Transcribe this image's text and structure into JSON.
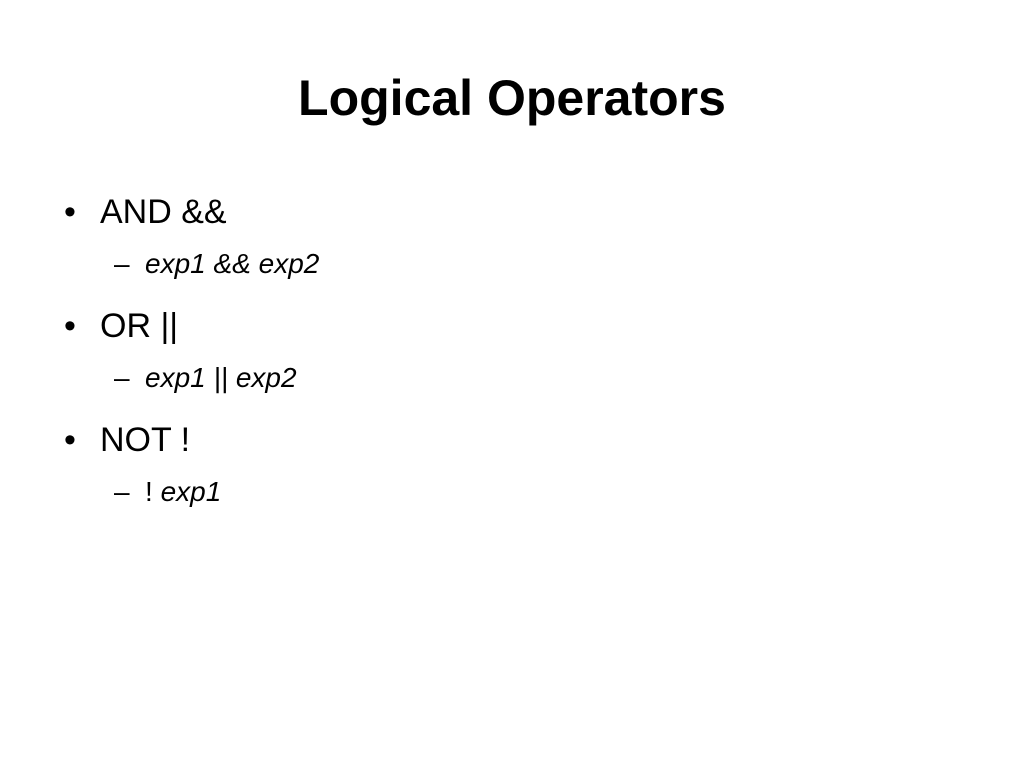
{
  "slide": {
    "title": "Logical Operators",
    "bullet_char": "•",
    "dash_char": "–",
    "items": [
      {
        "label": "AND &&",
        "sub": {
          "prefix": "",
          "italic": "exp1 && exp2"
        }
      },
      {
        "label": "OR ||",
        "sub": {
          "prefix": "",
          "italic": "exp1 || exp2"
        }
      },
      {
        "label": "NOT !",
        "sub": {
          "prefix": "! ",
          "italic": "exp1"
        }
      }
    ]
  }
}
